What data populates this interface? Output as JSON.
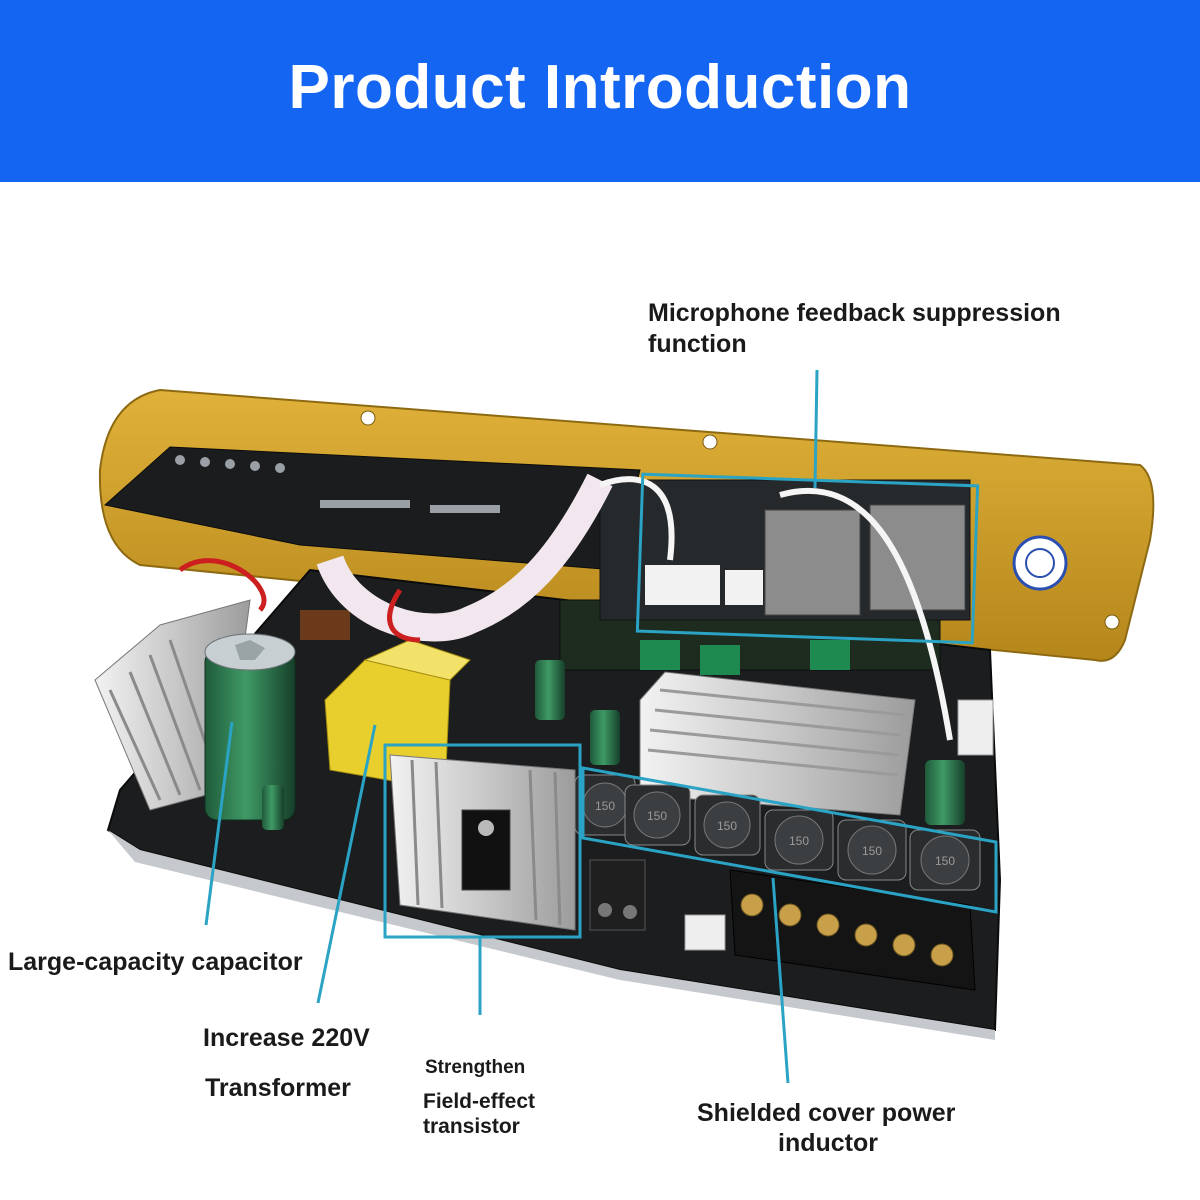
{
  "header": {
    "title": "Product Introduction"
  },
  "labels": {
    "mic_line1": "Microphone feedback suppression",
    "mic_line2": "function",
    "capacitor": "Large-capacity capacitor",
    "increase": "Increase 220V",
    "transformer": "Transformer",
    "strengthen": "Strengthen",
    "fet_line1": "Field-effect",
    "fet_line2": "transistor",
    "inductor_line1": "Shielded cover power",
    "inductor_line2": "inductor"
  },
  "inductor_marks": [
    "150",
    "150",
    "150",
    "150",
    "150",
    "150"
  ],
  "colors": {
    "banner": "#1466f2",
    "callout": "#2aa3c4",
    "plate": "#c9971c",
    "pcb": "#1b1d1f"
  }
}
